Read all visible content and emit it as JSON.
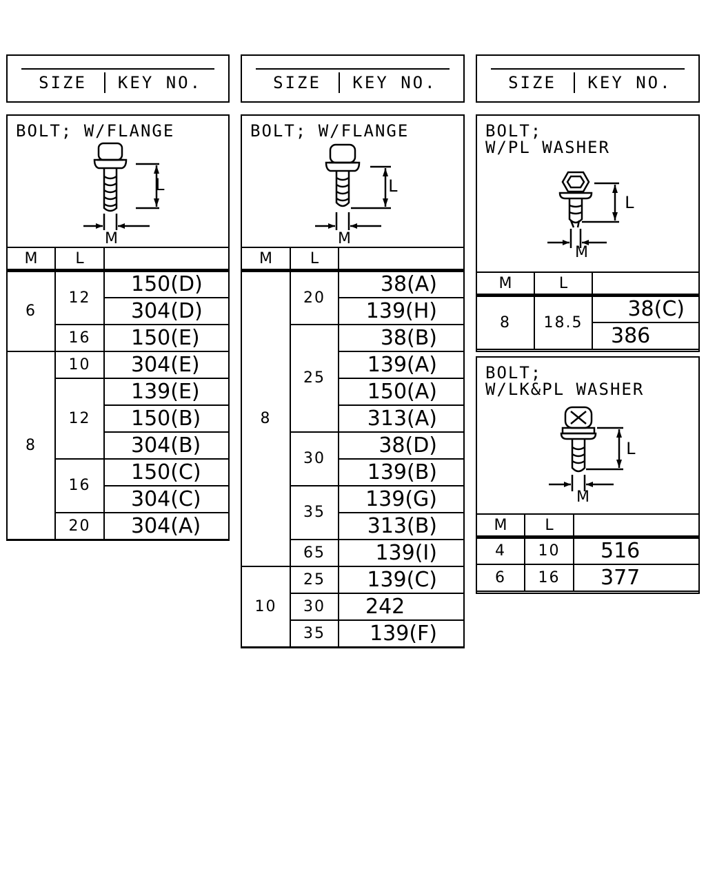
{
  "header": {
    "size_label": "SIZE",
    "key_label": "KEY NO."
  },
  "panel1": {
    "title": "BOLT; W/FLANGE",
    "dim_l": "L",
    "dim_m": "M",
    "col_m": "M",
    "col_l": "L",
    "rows": [
      {
        "m": "6",
        "l": "12",
        "keys": [
          "150(D)",
          "304(D)"
        ]
      },
      {
        "l": "16",
        "keys": [
          "150(E)"
        ]
      },
      {
        "m": "8",
        "l": "10",
        "keys": [
          "304(E)"
        ]
      },
      {
        "l": "12",
        "keys": [
          "139(E)",
          "150(B)",
          "304(B)"
        ]
      },
      {
        "l": "16",
        "keys": [
          "150(C)",
          "304(C)"
        ]
      },
      {
        "l": "20",
        "keys": [
          "304(A)"
        ]
      }
    ]
  },
  "panel2": {
    "title": "BOLT; W/FLANGE",
    "dim_l": "L",
    "dim_m": "M",
    "col_m": "M",
    "col_l": "L",
    "rows": [
      {
        "m": "8",
        "l": "20",
        "keys": [
          "38(A)",
          "139(H)"
        ]
      },
      {
        "l": "25",
        "keys": [
          "38(B)",
          "139(A)",
          "150(A)",
          "313(A)"
        ]
      },
      {
        "l": "30",
        "keys": [
          "38(D)",
          "139(B)"
        ]
      },
      {
        "l": "35",
        "keys": [
          "139(G)",
          "313(B)"
        ]
      },
      {
        "l": "65",
        "keys": [
          "139(I)"
        ]
      },
      {
        "m": "10",
        "l": "25",
        "keys": [
          "139(C)"
        ]
      },
      {
        "l": "30",
        "keys": [
          "242"
        ]
      },
      {
        "l": "35",
        "keys": [
          "139(F)"
        ]
      }
    ]
  },
  "panel3": {
    "title_line1": "BOLT;",
    "title_line2": "W/PL WASHER",
    "dim_l": "L",
    "dim_m": "M",
    "col_m": "M",
    "col_l": "L",
    "rows": [
      {
        "m": "8",
        "l": "18.5",
        "keys": [
          "38(C)",
          "386"
        ]
      }
    ]
  },
  "panel4": {
    "title_line1": "BOLT;",
    "title_line2": "W/LK&PL WASHER",
    "dim_l": "L",
    "dim_m": "M",
    "col_m": "M",
    "col_l": "L",
    "rows": [
      {
        "m": "4",
        "l": "10",
        "keys": [
          "516"
        ]
      },
      {
        "m": "6",
        "l": "16",
        "keys": [
          "377"
        ]
      }
    ]
  }
}
